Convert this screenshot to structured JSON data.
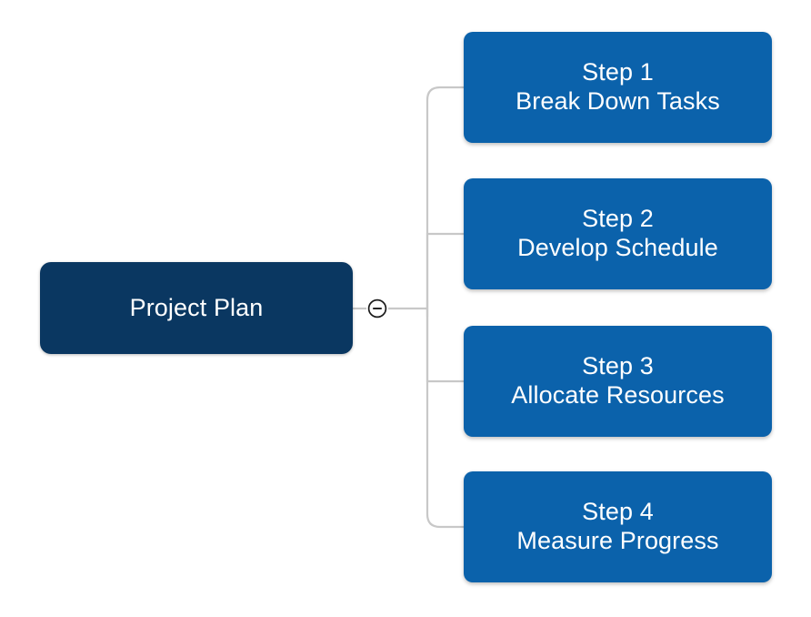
{
  "diagram": {
    "type": "mind-map",
    "orientation": "left-to-right",
    "background_color": "#ffffff",
    "connector_color": "#c8c8c8",
    "root": {
      "id": "root",
      "label_lines": [
        "Project Plan"
      ],
      "fill_color": "#0a3761",
      "text_color": "#ffffff"
    },
    "toggle": {
      "icon": "minus-circle-icon",
      "state": "expanded",
      "glyph": "−",
      "stroke_color": "#1a1a1a"
    },
    "children": [
      {
        "id": "step-1",
        "label_lines": [
          "Step 1",
          "Break Down Tasks"
        ],
        "fill_color": "#0b62ab",
        "text_color": "#ffffff"
      },
      {
        "id": "step-2",
        "label_lines": [
          "Step 2",
          "Develop Schedule"
        ],
        "fill_color": "#0b62ab",
        "text_color": "#ffffff"
      },
      {
        "id": "step-3",
        "label_lines": [
          "Step 3",
          "Allocate Resources"
        ],
        "fill_color": "#0b62ab",
        "text_color": "#ffffff"
      },
      {
        "id": "step-4",
        "label_lines": [
          "Step 4",
          "Measure Progress"
        ],
        "fill_color": "#0b62ab",
        "text_color": "#ffffff"
      }
    ]
  }
}
